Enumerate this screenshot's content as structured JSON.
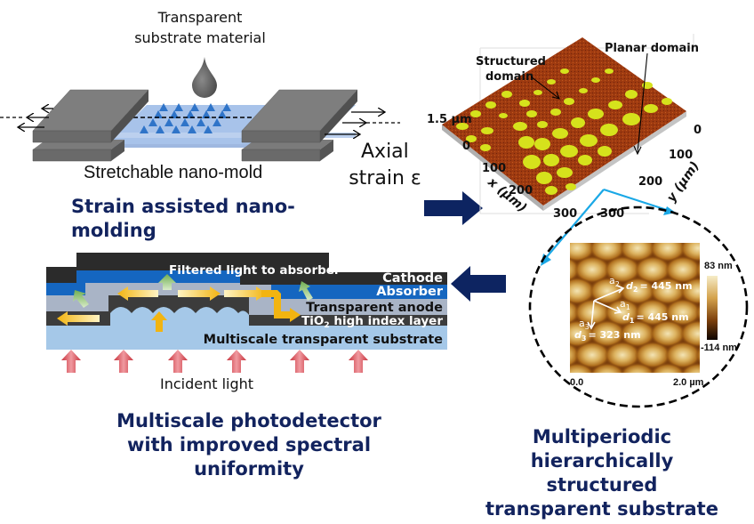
{
  "panel_molding": {
    "drop_label_line1": "Transparent",
    "drop_label_line2": "substrate material",
    "mold_label": "Stretchable nano-mold",
    "strain_label_line1": "Axial",
    "strain_label_line2": "strain ε",
    "caption_line1": "Strain assisted nano-",
    "caption_line2": "molding"
  },
  "panel_3d_afm": {
    "z_label": "1.5 µm",
    "structured_label_line1": "Structured",
    "structured_label_line2": "domain",
    "planar_label": "Planar domain",
    "x_ticks": [
      "0",
      "100",
      "200",
      "300"
    ],
    "y_ticks": [
      "0",
      "100",
      "200",
      "300"
    ],
    "x_axis_label": "x (µm)",
    "y_axis_label": "y (µm)"
  },
  "panel_2d_afm": {
    "colorbar_max": "83 nm",
    "colorbar_min": "-114 nm",
    "x_min": "0.0",
    "x_max": "2.0 µm",
    "vectors": [
      {
        "name": "a1",
        "label": "d1 = 445 nm",
        "sym": "d",
        "sub": "1",
        "value": "= 445 nm"
      },
      {
        "name": "a2",
        "label": "d2 = 445 nm",
        "sym": "d",
        "sub": "2",
        "value": "= 445 nm"
      },
      {
        "name": "a3",
        "label": "d3 = 323 nm",
        "sym": "d",
        "sub": "3",
        "value": "= 323 nm"
      }
    ],
    "caption_line1": "Multiperiodic",
    "caption_line2": "hierarchically",
    "caption_line3": "structured",
    "caption_line4": "transparent substrate"
  },
  "panel_device": {
    "filtered_label": "Filtered light to absorber",
    "layers": {
      "cathode": "Cathode",
      "absorber": "Absorber",
      "anode": "Transparent anode",
      "tio2_prefix": "TiO",
      "tio2_sub": "2",
      "tio2_suffix": " high index layer",
      "substrate": "Multiscale transparent substrate"
    },
    "incident_label": "Incident light",
    "caption_line1": "Multiscale photodetector",
    "caption_line2": "with improved spectral",
    "caption_line3": "uniformity"
  },
  "colors": {
    "navy": "#12235e",
    "cathode": "#2b2b2b",
    "absorber": "#1566c0",
    "anode": "#a9b4c6",
    "tio2": "#3d3d3d",
    "substrate": "#a5c8e8",
    "afm_structured": "#a0380e",
    "afm_features": "#d8e21e",
    "pointer_cyan": "#1aa8e6"
  }
}
